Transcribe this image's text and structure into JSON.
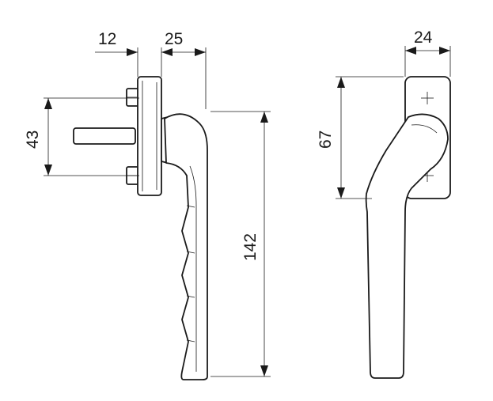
{
  "dimensions": {
    "spindle_plate_depth": "12",
    "handle_depth": "25",
    "bolt_spacing": "43",
    "handle_length": "142",
    "rosette_width": "24",
    "rosette_height": "67"
  },
  "colors": {
    "line": "#1a1a1a",
    "background": "#ffffff"
  }
}
